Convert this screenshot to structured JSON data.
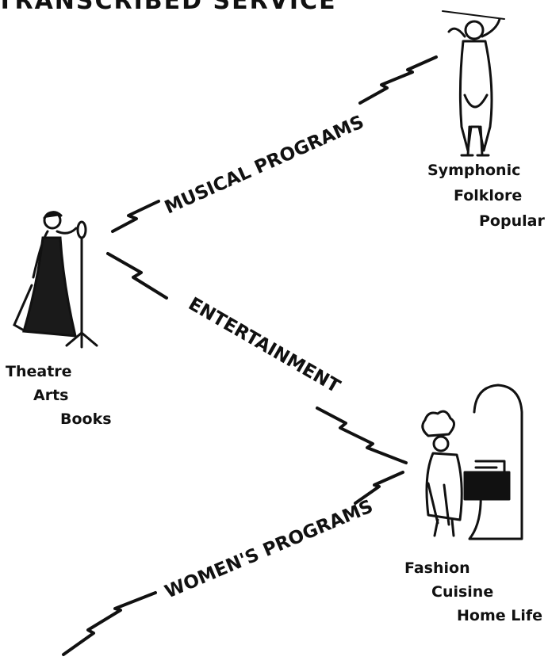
{
  "header": {
    "title": "TRANSCRIBED SERVICE"
  },
  "routes": {
    "musical": "MUSICAL PROGRAMS",
    "entertainment": "ENTERTAINMENT",
    "womens": "WOMEN'S PROGRAMS"
  },
  "singer": {
    "items": [
      "Theatre",
      "Arts",
      "Books"
    ]
  },
  "conductor": {
    "items": [
      "Symphonic",
      "Folklore",
      "Popular"
    ]
  },
  "chef": {
    "items": [
      "Fashion",
      "Cuisine",
      "Home Life"
    ]
  },
  "icons": {
    "singer": "singer-at-microphone-icon",
    "conductor": "orchestra-conductor-icon",
    "chef": "chef-at-stove-icon",
    "bolt": "lightning-bolt-icon"
  },
  "colors": {
    "ink": "#111111",
    "paper": "#ffffff"
  }
}
